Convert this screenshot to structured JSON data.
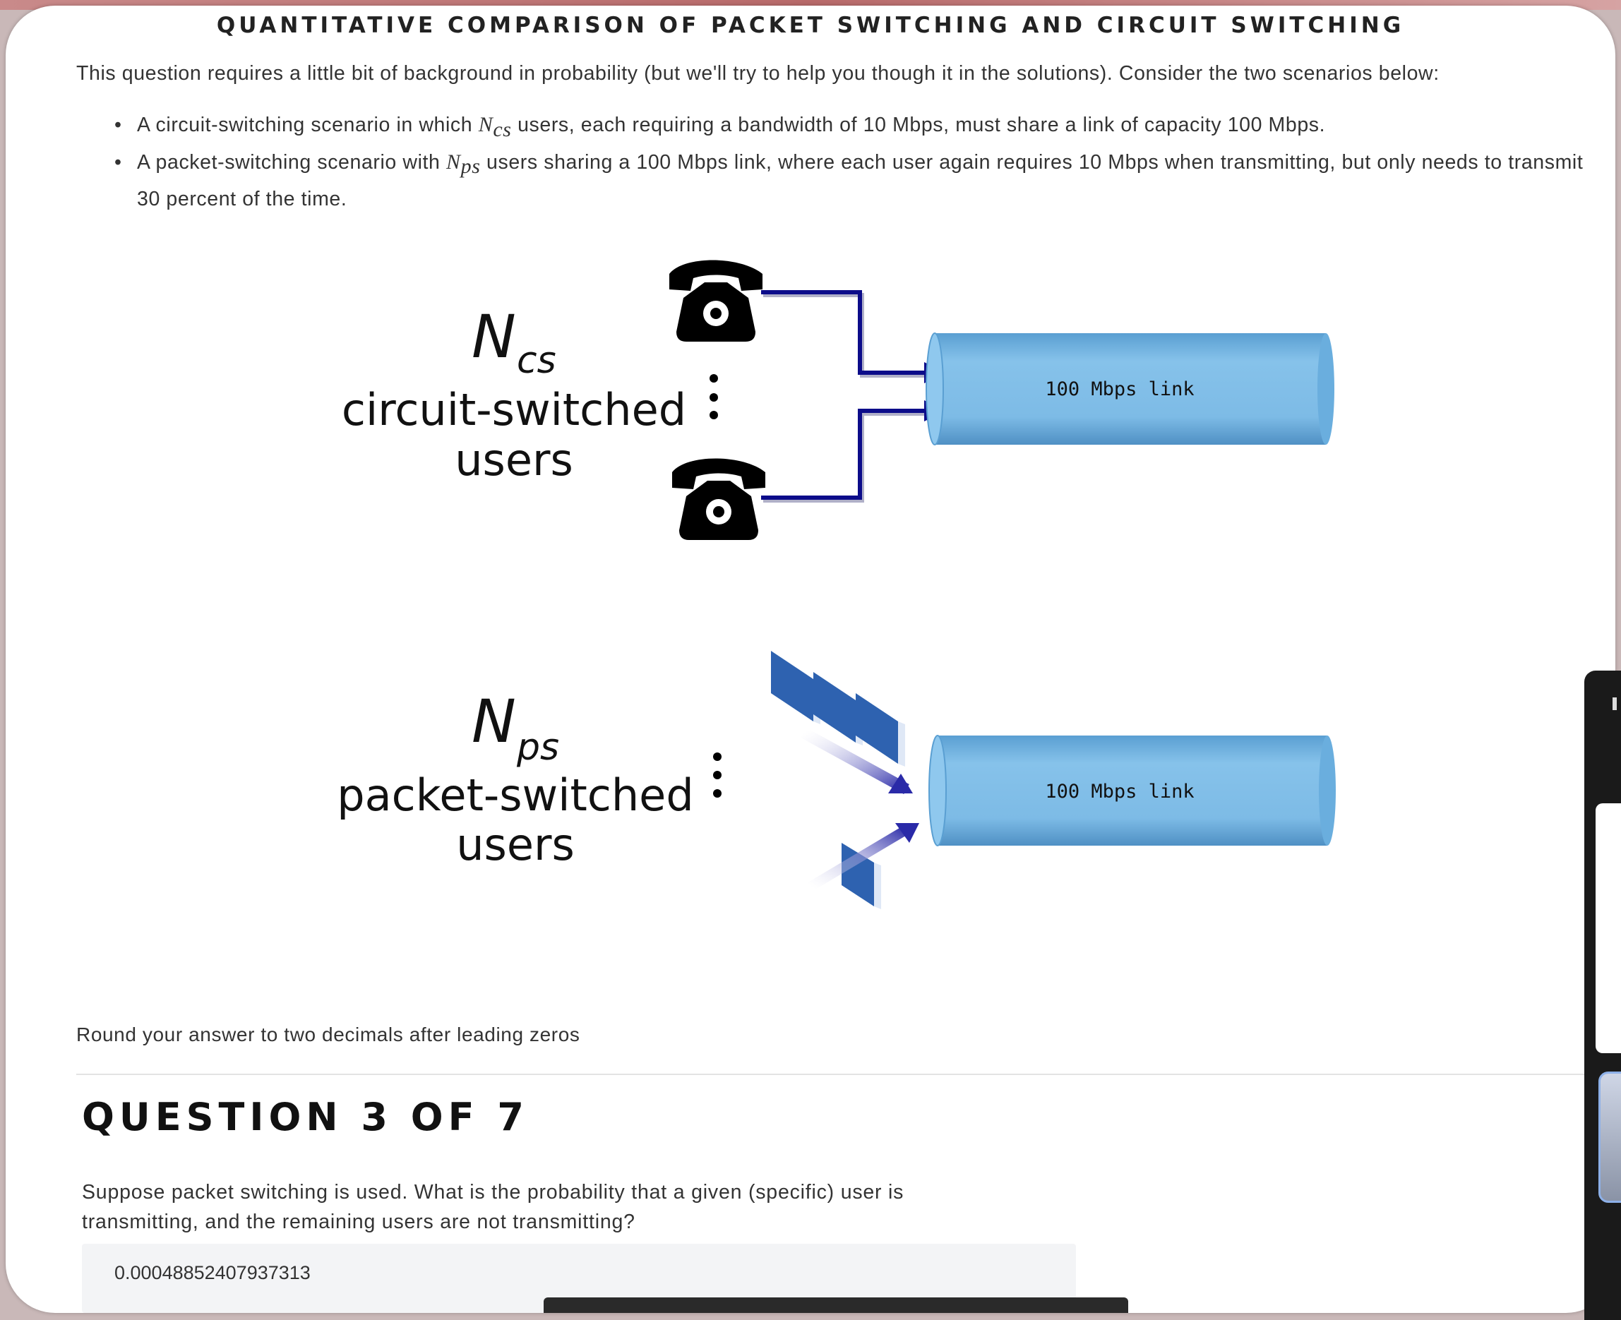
{
  "page": {
    "title": "QUANTITATIVE COMPARISON OF PACKET SWITCHING AND CIRCUIT SWITCHING",
    "intro": "This question requires a little bit of background in probability (but we'll try to help you though it in the solutions). Consider the two scenarios below:",
    "bullets": [
      {
        "pre": "A circuit-switching scenario in which ",
        "var": "N",
        "sub": "cs",
        "post": " users, each requiring a bandwidth of 10 Mbps, must share a link of capacity 100 Mbps."
      },
      {
        "pre": "A packet-switching scenario with ",
        "var": "N",
        "sub": "ps",
        "post": " users sharing a 100 Mbps link, where each user again requires 10 Mbps when transmitting, but only needs to transmit 30 percent of the time."
      }
    ]
  },
  "diagram": {
    "circuit": {
      "var": "N",
      "sub": "cs",
      "line1": "circuit-switched",
      "line2": "users",
      "link_label": "100 Mbps link"
    },
    "packet": {
      "var": "N",
      "sub": "ps",
      "line1": "packet-switched",
      "line2": "users",
      "link_label": "100 Mbps link"
    },
    "colors": {
      "link_fill": "#7dbbe6",
      "arrow": "#0c0c8a",
      "packet": "#2e62b0"
    },
    "icons": [
      "telephone-icon",
      "telephone-icon",
      "vertical-ellipsis-icon",
      "packet-icon"
    ]
  },
  "round_note": "Round your answer to two decimals after leading zeros",
  "question": {
    "heading": "QUESTION 3 OF 7",
    "text": "Suppose packet switching is used. What is the probability that a given (specific) user is transmitting, and the remaining users are not transmitting?",
    "answer_value": "0.00048852407937313"
  }
}
